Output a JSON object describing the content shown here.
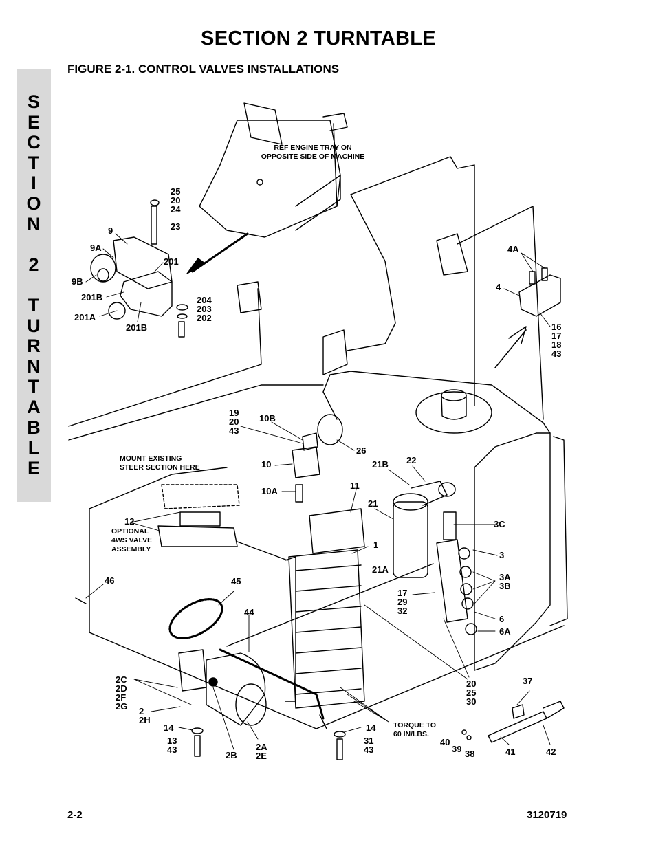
{
  "header": {
    "section_title": "SECTION 2   TURNTABLE",
    "figure_title": "FIGURE 2-1.    CONTROL VALVES INSTALLATIONS"
  },
  "side_tab": {
    "letters": [
      "S",
      "E",
      "C",
      "T",
      "I",
      "O",
      "N",
      "",
      "2",
      "",
      "T",
      "U",
      "R",
      "N",
      "T",
      "A",
      "B",
      "L",
      "E"
    ]
  },
  "notes": {
    "ref_engine_tray": "REF ENGINE TRAY ON\nOPPOSITE SIDE OF MACHINE",
    "mount_existing": "MOUNT EXISTING\nSTEER SECTION HERE",
    "optional_4ws": "OPTIONAL\n4WS VALVE\nASSEMBLY",
    "torque": "TORQUE TO\n60 IN/LBS."
  },
  "callouts": {
    "c25_20_24": "25\n20\n24",
    "c23": "23",
    "c9": "9",
    "c9a": "9A",
    "c201": "201",
    "c9b": "9B",
    "c201b_top": "201B",
    "c204_203_202": "204\n203\n202",
    "c201a": "201A",
    "c201b_bottom": "201B",
    "c4a": "4A",
    "c4": "4",
    "c16_17_18_43": "16\n17\n18\n43",
    "c19_20_43": "19\n20\n43",
    "c10b": "10B",
    "c26": "26",
    "c10": "10",
    "c10a": "10A",
    "c21b": "21B",
    "c22": "22",
    "c11": "11",
    "c21": "21",
    "c12": "12",
    "c3c": "3C",
    "c1": "1",
    "c3": "3",
    "c21a": "21A",
    "c3a_3b": "3A\n3B",
    "c46": "46",
    "c45": "45",
    "c17_29_32": "17\n29\n32",
    "c44": "44",
    "c6": "6",
    "c6a": "6A",
    "c2c_2d_2f_2g": "2C\n2D\n2F\n2G",
    "c20_25_30": "20\n25\n30",
    "c37": "37",
    "c2_2h": "2\n2H",
    "c14_left": "14",
    "c14_right": "14",
    "c13_43": "13\n43",
    "c31_43": "31\n43",
    "c40": "40",
    "c39": "39",
    "c38": "38",
    "c41": "41",
    "c42": "42",
    "c2b": "2B",
    "c2a_2e": "2A\n2E"
  },
  "footer": {
    "page_number": "2-2",
    "doc_number": "3120719"
  }
}
